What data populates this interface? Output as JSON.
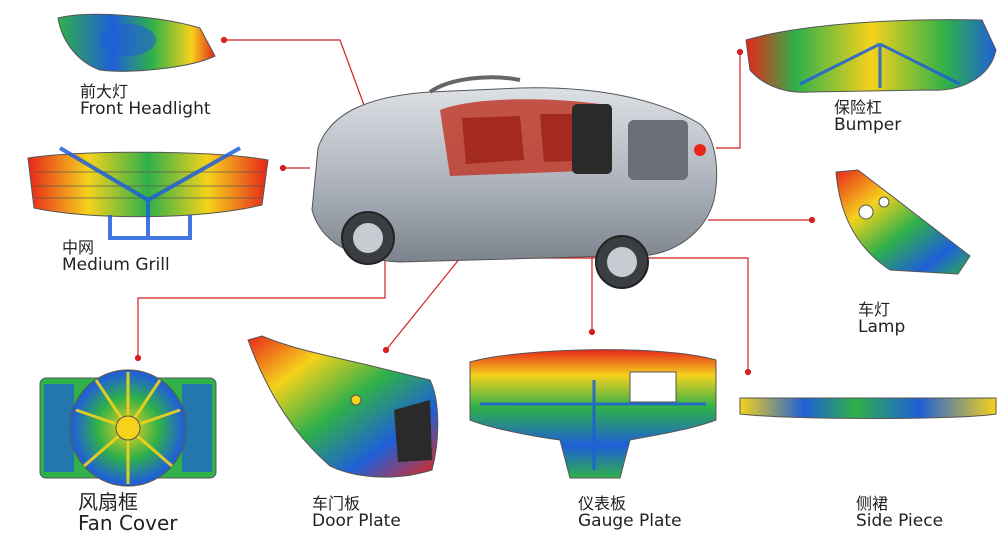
{
  "parts": {
    "headlight": {
      "cn": "前大灯",
      "en": "Front Headlight"
    },
    "grill": {
      "cn": "中网",
      "en": "Medium Grill"
    },
    "bumper": {
      "cn": "保险杠",
      "en": "Bumper"
    },
    "lamp": {
      "cn": "车灯",
      "en": "Lamp"
    },
    "fan": {
      "cn": "风扇框",
      "en": "Fan Cover"
    },
    "door": {
      "cn": "车门板",
      "en": "Door Plate"
    },
    "gauge": {
      "cn": "仪表板",
      "en": "Gauge Plate"
    },
    "side": {
      "cn": "侧裙",
      "en": "Side Piece"
    }
  },
  "colors": {
    "leader": "#d42020",
    "hot": "#e8261a",
    "warm": "#f5d21c",
    "mid": "#2fb04a",
    "cool": "#1f5fd8",
    "car_body": "#b9bec6",
    "seat": "#c0392b"
  }
}
